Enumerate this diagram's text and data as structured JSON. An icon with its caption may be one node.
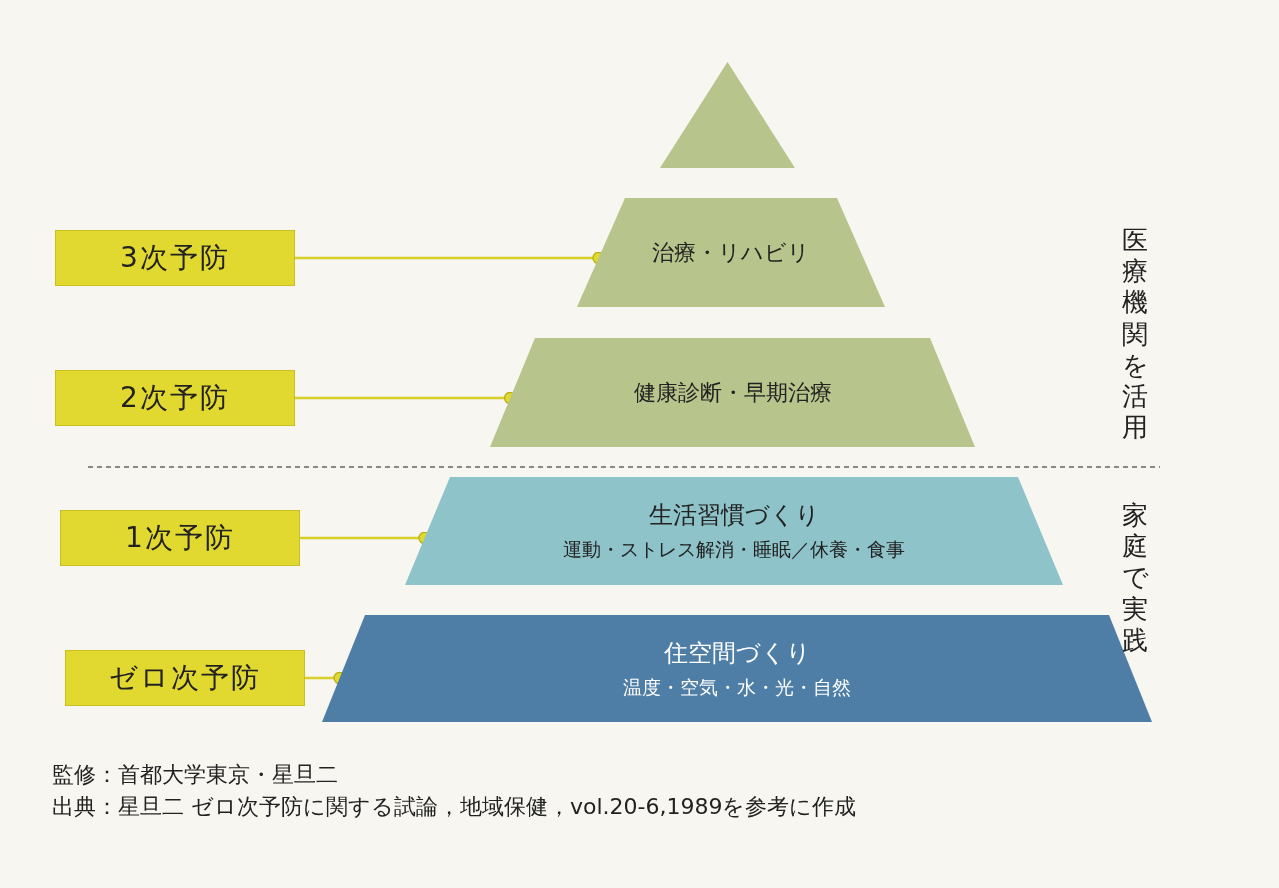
{
  "diagram": {
    "nodes": [
      {
        "text": [],
        "shape": "triangle"
      },
      {
        "text": [
          "3次予防"
        ]
      },
      {
        "text": [
          "治療・リハビリ"
        ]
      },
      {
        "text": [
          "2次予防"
        ]
      },
      {
        "text": [
          "健康診断・早期治療"
        ]
      },
      {
        "text": [
          "1次予防"
        ]
      },
      {
        "text": [
          "生活習慣づくり",
          "運動・ストレス解消・睡眠／休養・食事"
        ]
      },
      {
        "text": [
          "ゼロ次予防"
        ]
      },
      {
        "text": [
          "住空間づくり",
          "温度・空気・水・光・自然"
        ]
      }
    ],
    "edges": [
      {
        "from": 1,
        "to": 2,
        "arrow": "other"
      },
      {
        "from": 3,
        "to": 4,
        "arrow": "other"
      },
      {
        "from": 5,
        "to": 6,
        "arrow": "other"
      },
      {
        "from": 7,
        "to": 8,
        "arrow": "other"
      }
    ],
    "labels": [
      "医療機関を活用",
      "家庭で実践",
      "監修：首都大学東京・星旦二",
      "出典：星旦二 ゼロ次予防に関する試論，地域保健，vol.20-6,1989を参考に作成"
    ]
  }
}
